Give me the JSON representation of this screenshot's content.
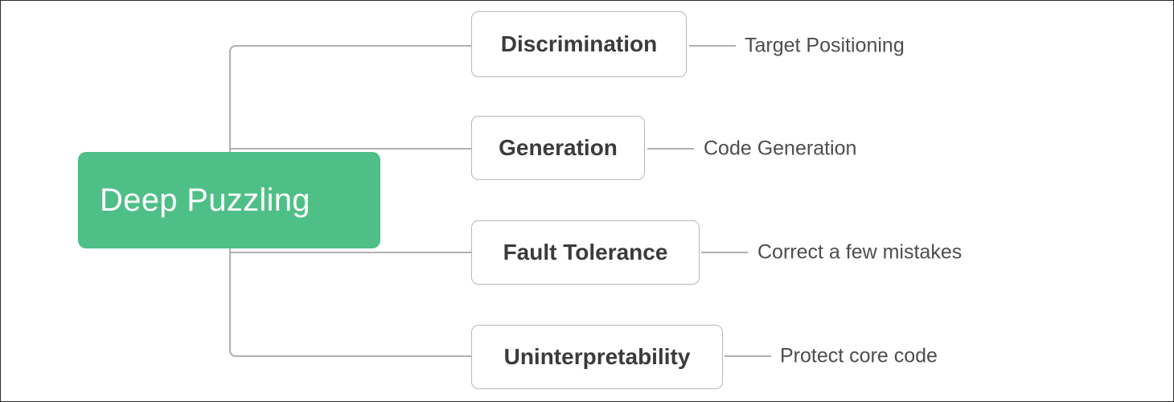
{
  "diagram": {
    "type": "mind-map",
    "title": "Deep Puzzling",
    "orientation": "left-to-right",
    "colors": {
      "root_fill": "#4FBF88",
      "root_text": "#ffffff",
      "node_fill": "#ffffff",
      "node_border": "#b8b8b8",
      "node_text": "#3b3b3b",
      "leaf_text": "#4d4d4d",
      "connector": "#b0b0b0",
      "canvas_border": "#2b2b2b",
      "background": "#ffffff"
    },
    "root": {
      "label": "Deep Puzzling"
    },
    "branches": [
      {
        "label": "Discrimination",
        "leaf": "Target Positioning"
      },
      {
        "label": "Generation",
        "leaf": "Code Generation"
      },
      {
        "label": "Fault Tolerance",
        "leaf": "Correct a few mistakes"
      },
      {
        "label": "Uninterpretability",
        "leaf": "Protect core code"
      }
    ]
  }
}
